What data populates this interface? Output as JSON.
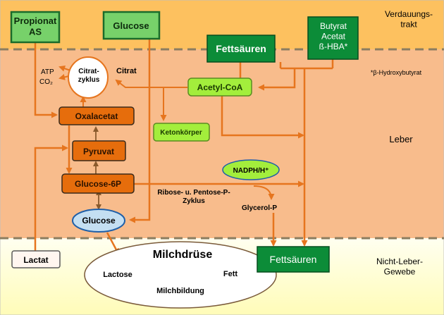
{
  "zones": {
    "digestive": "Verdauungs-\ntrakt",
    "liver": "Leber",
    "nonliver": "Nicht-Leber-\nGewebe"
  },
  "nodes": {
    "propionat": "Propionat\nAS",
    "glucose_top": "Glucose",
    "fettsaeuren_top": "Fettsäuren",
    "butyrat": "Butyrat\nAcetat\nß-HBA*",
    "footnote": "*β-Hydroxybutyrat",
    "atp": "ATP",
    "co2": "CO₂",
    "citratzyklus": "Citrat-\nzyklus",
    "citrat": "Citrat",
    "acetyl_coa": "Acetyl-CoA",
    "oxalacetat": "Oxalacetat",
    "ketonkoerper": "Ketonkörper",
    "pyruvat": "Pyruvat",
    "glucose6p": "Glucose-6P",
    "nadph": "NADPH/H⁺",
    "ribose": "Ribose- u. Pentose-P-\nZyklus",
    "glycerol": "Glycerol-P",
    "glucose_blue": "Glucose",
    "lactat": "Lactat",
    "milchdruese": "Milchdrüse",
    "lactose": "Lactose",
    "fett": "Fett",
    "milchbildung": "Milchbildung",
    "fettsaeuren_bottom": "Fettsäuren"
  },
  "colors": {
    "digestive_bg": "#fdc15f",
    "liver_bg": "#f8bc8c",
    "nonliver_bg": "#fffcc8",
    "dashed_line": "#8b7d60",
    "green_box": "#77d16a",
    "dark_green_box": "#0c8c38",
    "orange_box": "#e66d0c",
    "orange_arrow": "#e6751e",
    "brown_arrow": "#8a5a2c",
    "light_green": "#a3ee3c",
    "blue_ellipse": "#c4dff2"
  }
}
